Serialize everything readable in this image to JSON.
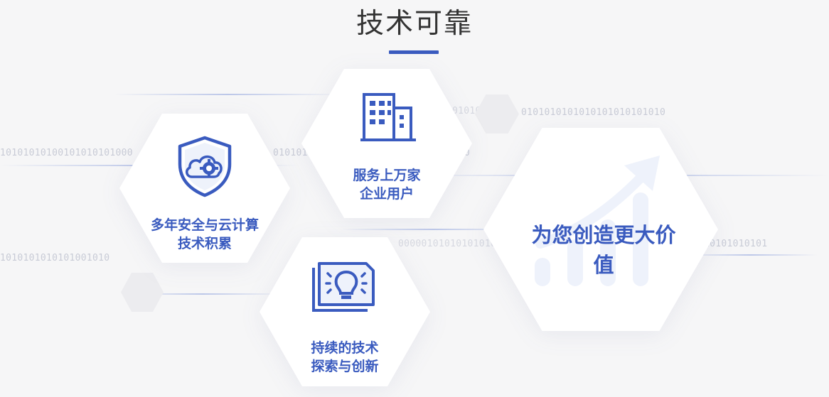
{
  "title": "技术可靠",
  "features": [
    {
      "line1": "多年安全与云计算",
      "line2": "技术积累",
      "icon": "cloud-shield-gear-icon"
    },
    {
      "line1": "服务上万家",
      "line2": "企业用户",
      "icon": "building-icon"
    },
    {
      "line1": "持续的技术",
      "line2": "探索与创新",
      "icon": "lightbulb-document-icon"
    }
  ],
  "highlight": {
    "line1": "为您创造更大价",
    "line2": "值",
    "icon": "growth-chart-icon"
  },
  "binary_strings": [
    "10101010100101010101000",
    "0101010",
    "0101010101010101010101010",
    "010101",
    "0",
    "1010101010101001010",
    "00000101010101010",
    "10101010101"
  ],
  "colors": {
    "accent": "#3a5bbf",
    "title": "#333333",
    "background": "#f6f6f7"
  }
}
